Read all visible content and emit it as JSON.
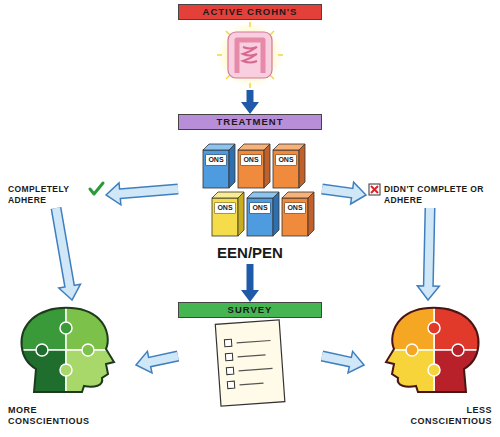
{
  "diagram": {
    "nodes": [
      {
        "text": [
          "ACTIVE CROHN'S"
        ]
      },
      {
        "text": [
          "TREATMENT",
          "EEN/PEN"
        ]
      },
      {
        "text": [
          "COMPLETELY ADHERE"
        ]
      },
      {
        "text": [
          "DIDN'T COMPLETE OR ADHERE"
        ]
      },
      {
        "text": [
          "SURVEY"
        ]
      },
      {
        "text": [
          "MORE CONSCIENTIOUS"
        ]
      },
      {
        "text": [
          "LESS CONSCIENTIOUS"
        ]
      }
    ],
    "edges": [
      {
        "from": 0,
        "to": 1,
        "arrow": "to"
      },
      {
        "from": 1,
        "to": 2,
        "arrow": "to"
      },
      {
        "from": 1,
        "to": 3,
        "arrow": "to"
      },
      {
        "from": 1,
        "to": 4,
        "arrow": "to"
      },
      {
        "from": 2,
        "to": 5,
        "arrow": "to"
      },
      {
        "from": 3,
        "to": 6,
        "arrow": "to"
      },
      {
        "from": 4,
        "to": 5,
        "arrow": "to"
      },
      {
        "from": 4,
        "to": 6,
        "arrow": "to"
      }
    ],
    "labels": [
      "ONS",
      "ONS",
      "ONS",
      "ONS",
      "ONS",
      "ONS"
    ]
  }
}
